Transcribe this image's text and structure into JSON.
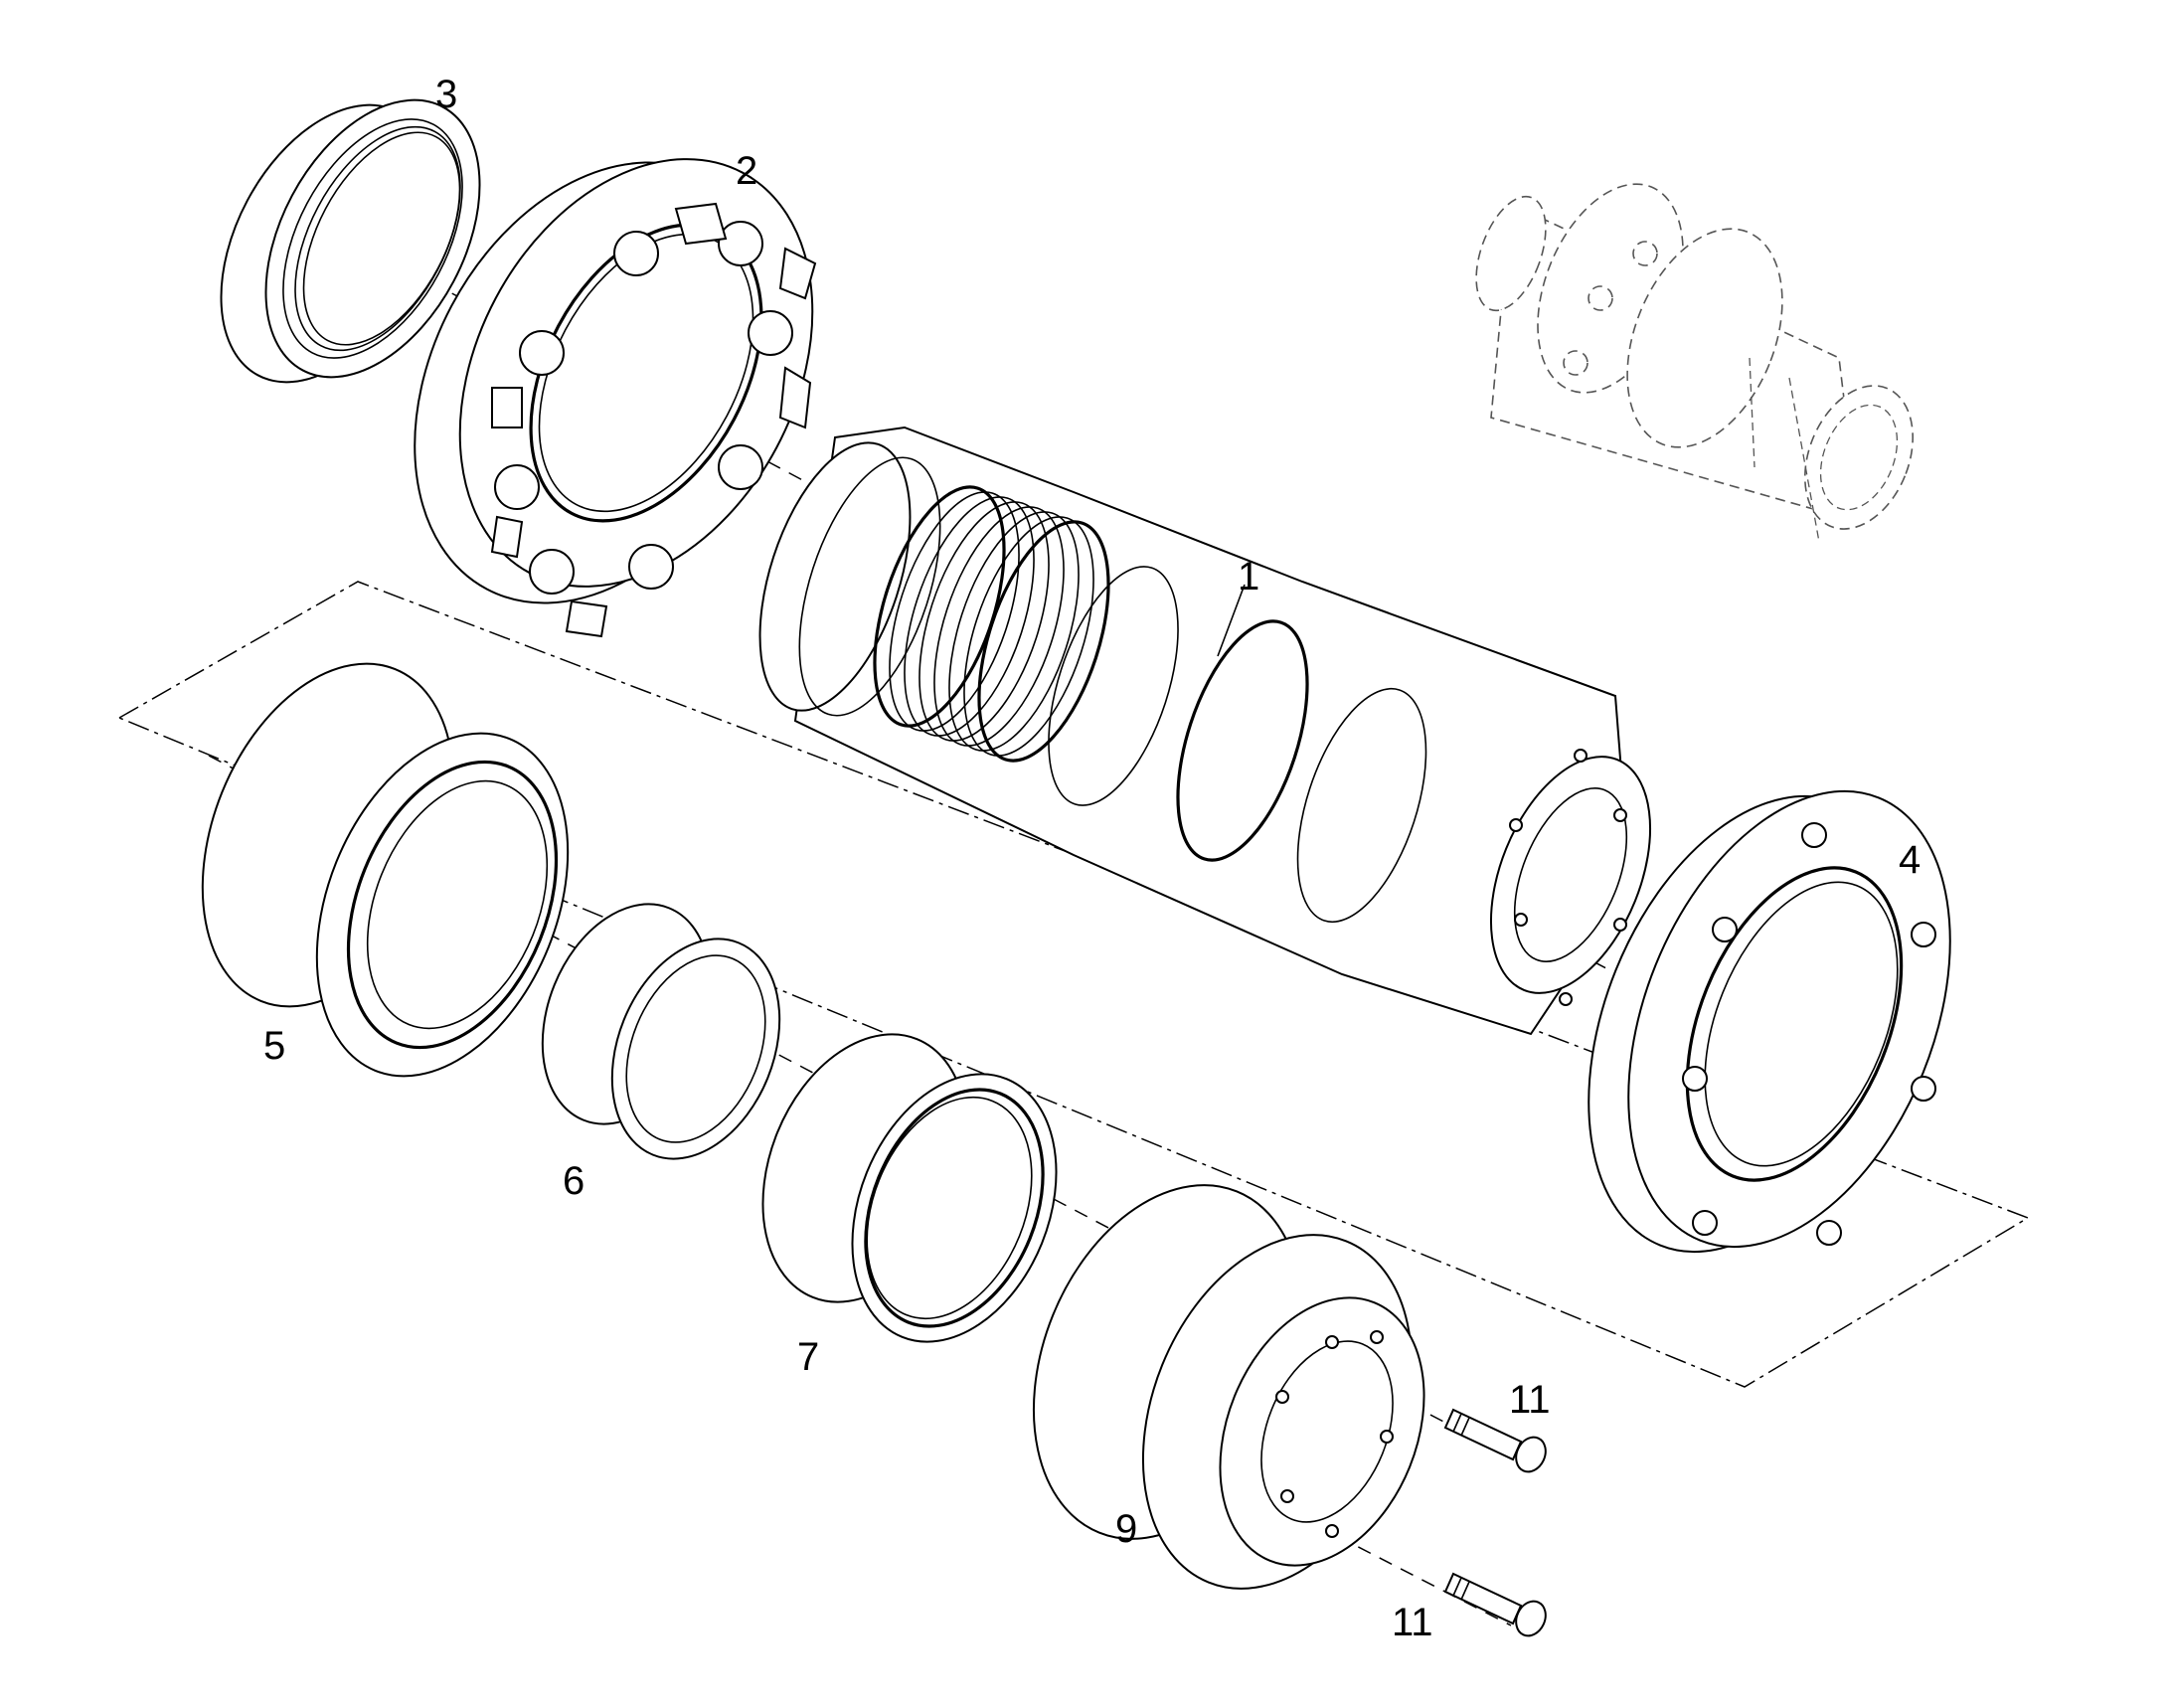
{
  "diagram": {
    "type": "exploded-parts-view",
    "callouts": {
      "p1": "1",
      "p2": "2",
      "p3": "3",
      "p4": "4",
      "p5": "5",
      "p6": "6",
      "p7": "7",
      "p9": "9",
      "p11a": "11",
      "p11b": "11"
    },
    "colors": {
      "line": "#000000",
      "background": "#ffffff",
      "phantom": "#555555"
    }
  }
}
